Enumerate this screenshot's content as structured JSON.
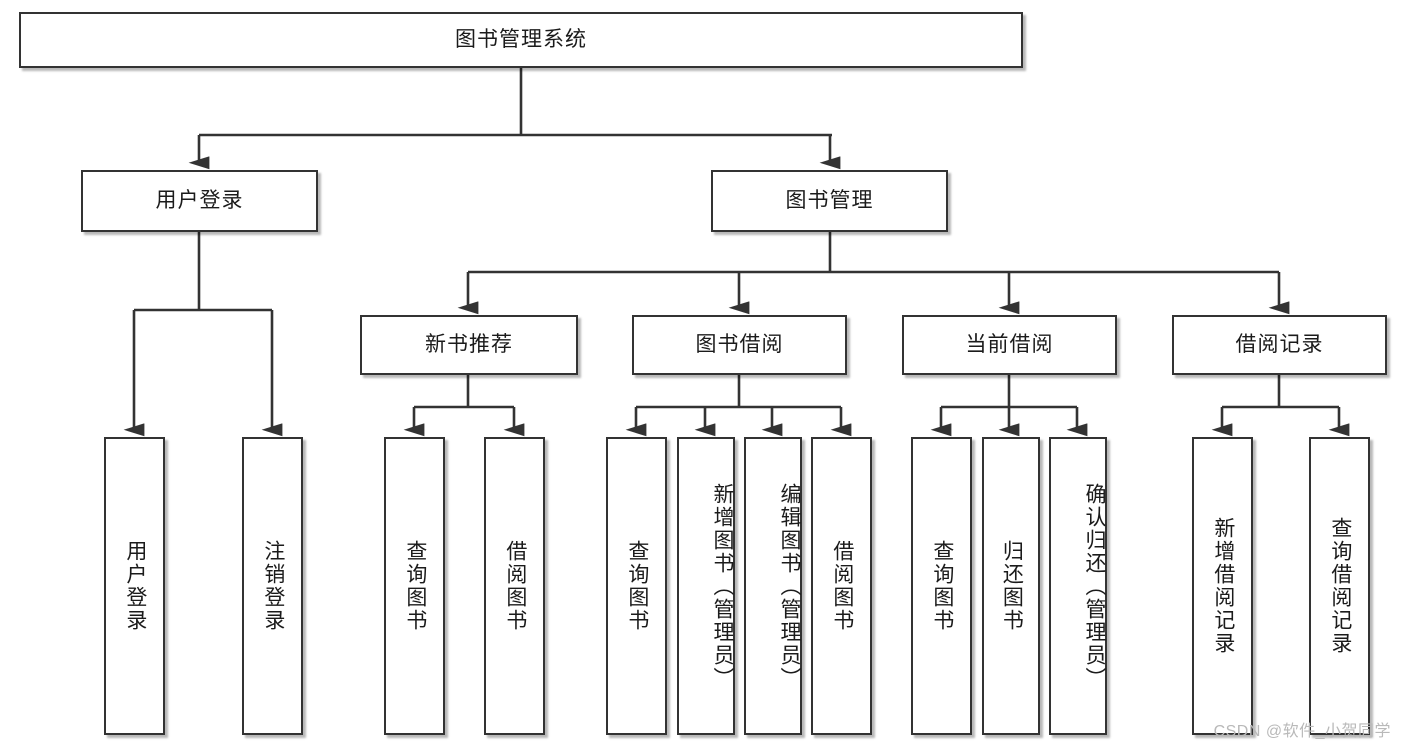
{
  "diagram": {
    "type": "tree-hierarchy",
    "title": "图书管理系统",
    "colors": {
      "box_border": "#333333",
      "box_fill": "#ffffff",
      "connector": "#333333",
      "text": "#1b1b1b",
      "watermark": "#b9b9b9"
    },
    "root": {
      "label": "图书管理系统"
    },
    "level1": [
      {
        "label": "用户登录"
      },
      {
        "label": "图书管理"
      }
    ],
    "level2": [
      {
        "label": "新书推荐",
        "parent": "图书管理"
      },
      {
        "label": "图书借阅",
        "parent": "图书管理"
      },
      {
        "label": "当前借阅",
        "parent": "图书管理"
      },
      {
        "label": "借阅记录",
        "parent": "图书管理"
      }
    ],
    "leaves": {
      "user_login": [
        {
          "label": "用户登录"
        },
        {
          "label": "注销登录"
        }
      ],
      "new_book_recommend": [
        {
          "label": "查询图书"
        },
        {
          "label": "借阅图书"
        }
      ],
      "book_borrow": [
        {
          "label": "查询图书"
        },
        {
          "label": "新增图书（管理员）"
        },
        {
          "label": "编辑图书（管理员）"
        },
        {
          "label": "借阅图书"
        }
      ],
      "current_borrow": [
        {
          "label": "查询图书"
        },
        {
          "label": "归还图书"
        },
        {
          "label": "确认归还（管理员）"
        }
      ],
      "borrow_records": [
        {
          "label": "新增借阅记录"
        },
        {
          "label": "查询借阅记录"
        }
      ]
    }
  },
  "watermark": {
    "text": "CSDN @软件_小贺同学"
  }
}
